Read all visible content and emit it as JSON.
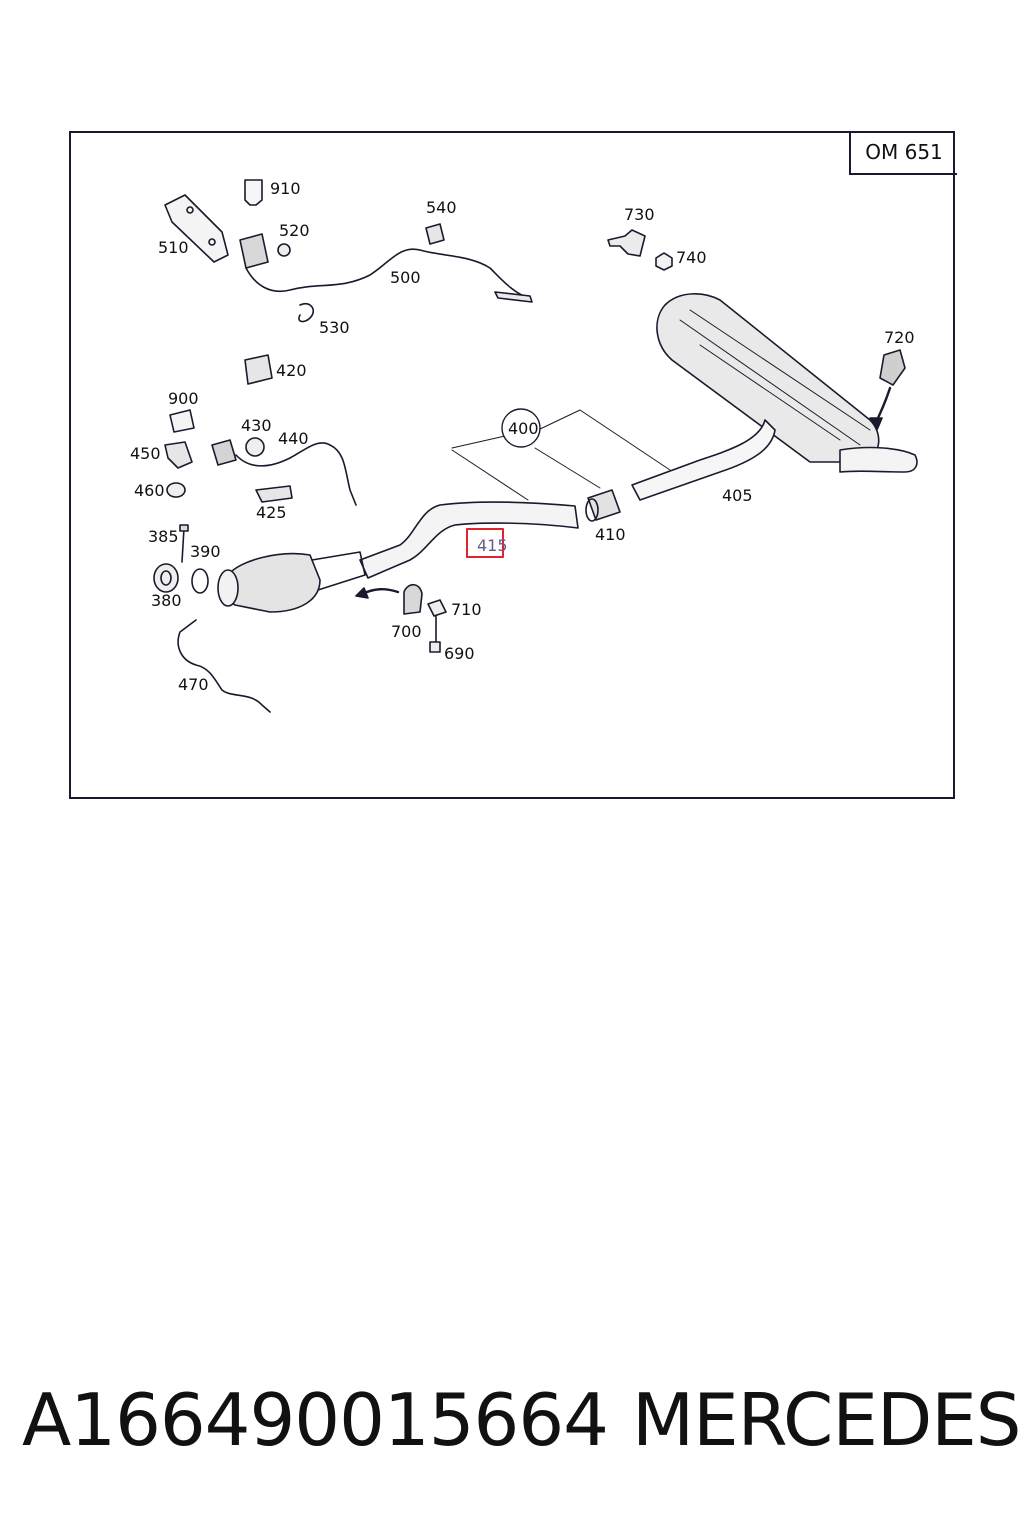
{
  "diagram": {
    "model_code": "OM 651",
    "highlighted_part": "415",
    "highlight_color": "#e0242e",
    "line_color": "#1a1a2e",
    "callouts": {
      "p910": "910",
      "p520": "520",
      "p510": "510",
      "p540": "540",
      "p500": "500",
      "p530": "530",
      "p730": "730",
      "p740": "740",
      "p720": "720",
      "p420": "420",
      "p900": "900",
      "p430": "430",
      "p440": "440",
      "p450": "450",
      "p460": "460",
      "p425": "425",
      "p400": "400",
      "p405": "405",
      "p410": "410",
      "p415": "415",
      "p385": "385",
      "p390": "390",
      "p380": "380",
      "p700": "700",
      "p710": "710",
      "p690": "690",
      "p470": "470"
    }
  },
  "footer": {
    "part_number": "A166490015664",
    "brand": "MERCEDES"
  }
}
